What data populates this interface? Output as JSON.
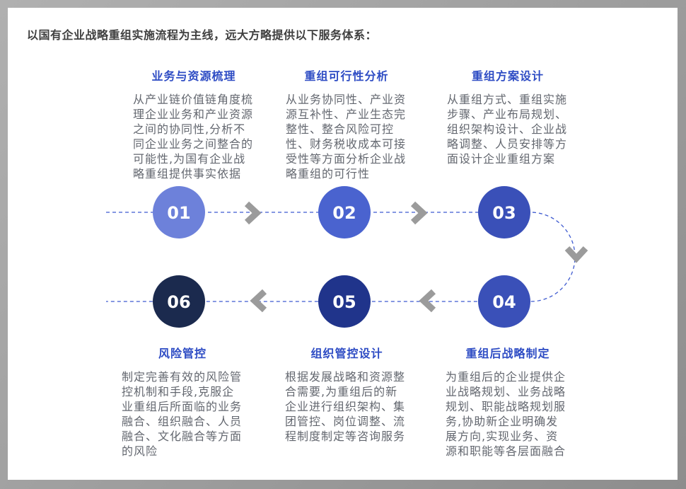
{
  "title": "以国有企业战略重组实施流程为主线，远大方略提供以下服务体系：",
  "columns": {
    "top": [
      {
        "title": "业务与资源梳理",
        "body": "从产业链价值链角度梳理企业业务和产业资源之间的协同性,分析不同企业业务之间整合的可能性,为国有企业战略重组提供事实依据"
      },
      {
        "title": "重组可行性分析",
        "body": "从业务协同性、产业资源互补性、产业生态完整性、整合风险可控性、财务税收成本可接受性等方面分析企业战略重组的可行性"
      },
      {
        "title": "重组方案设计",
        "body": "从重组方式、重组实施步骤、产业布局规划、组织架构设计、企业战略调整、人员安排等方面设计企业重组方案"
      }
    ],
    "bottom": [
      {
        "title": "风险管控",
        "body": "制定完善有效的风险管控机制和手段,克服企业重组后所面临的业务融合、组织融合、人员融合、文化融合等方面的风险"
      },
      {
        "title": "组织管控设计",
        "body": "根据发展战略和资源整合需要,为重组后的新企业进行组织架构、集团管控、岗位调整、流程制度制定等咨询服务"
      },
      {
        "title": "重组后战略制定",
        "body": "为重组后的企业提供企业战略规划、业务战略规划、职能战略规划服务,协助新企业明确发展方向,实现业务、资源和职能等各层面融合"
      }
    ]
  },
  "steps": [
    {
      "number": "01",
      "color": "#6d81da"
    },
    {
      "number": "02",
      "color": "#4a63cf"
    },
    {
      "number": "03",
      "color": "#3a50b8"
    },
    {
      "number": "04",
      "color": "#3a50b8"
    },
    {
      "number": "05",
      "color": "#20348b"
    },
    {
      "number": "06",
      "color": "#1b2a4e"
    }
  ],
  "flow": {
    "line_color": "#3f5bd0",
    "arrow_color": "#9b9b9b"
  },
  "theme": {
    "heading_color": "#2e4cc4",
    "body_text_color": "#63676f",
    "title_color": "#3f3f3f",
    "number_color": "#ffffff",
    "panel_color": "#ffffff",
    "frame_color": "#9c9c9c"
  }
}
